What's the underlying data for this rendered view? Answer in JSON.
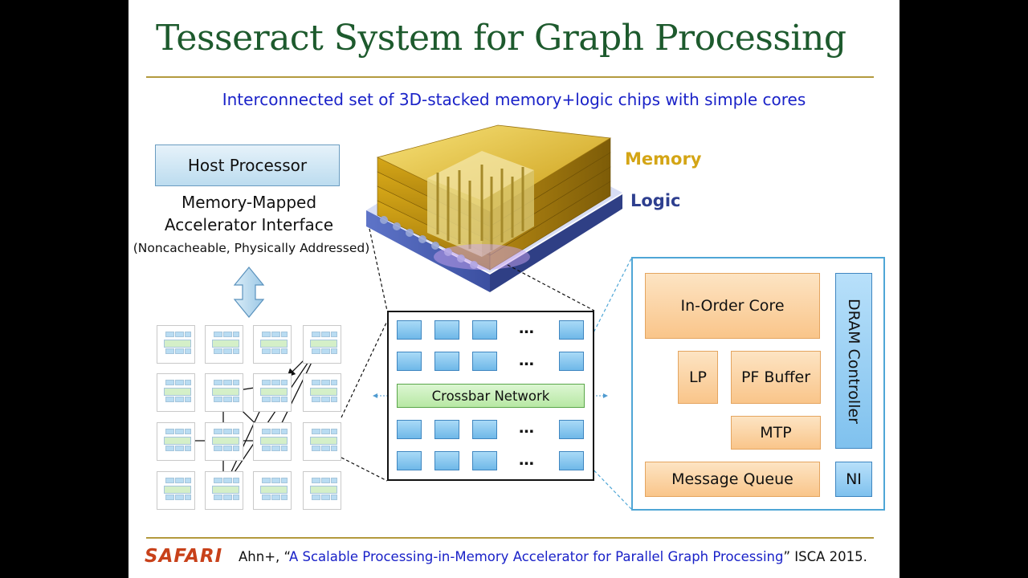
{
  "slide": {
    "title": "Tesseract System for Graph Processing",
    "subtitle": "Interconnected set of 3D-stacked memory+logic chips with simple cores"
  },
  "host": {
    "label": "Host Processor",
    "interface_line1": "Memory-Mapped",
    "interface_line2": "Accelerator Interface",
    "interface_line3": "(Noncacheable, Physically Addressed)"
  },
  "stack": {
    "memory_label": "Memory",
    "logic_label": "Logic"
  },
  "crossbar": {
    "label": "Crossbar Network",
    "ellipsis": "…"
  },
  "core": {
    "in_order_core": "In-Order Core",
    "lp": "LP",
    "pf_buffer": "PF Buffer",
    "mtp": "MTP",
    "message_queue": "Message Queue",
    "dram_controller": "DRAM Controller",
    "ni": "NI"
  },
  "footer": {
    "logo_text": "SAFARI",
    "cite_prefix": "Ahn+, “",
    "paper_title": "A Scalable Processing-in-Memory Accelerator for Parallel Graph Processing",
    "cite_suffix": "” ISCA 2015."
  },
  "colors": {
    "title": "#1d5a2d",
    "subtitle": "#1a22c8",
    "memory": "#d4a515",
    "logic": "#2e3f8f",
    "accent_orange": "#f9c58a",
    "accent_blue": "#7fc1ee",
    "safari": "#c8411a"
  }
}
